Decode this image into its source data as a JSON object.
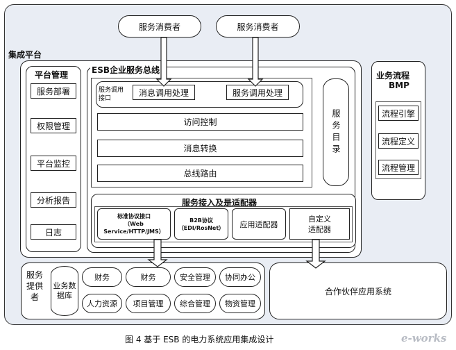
{
  "consumers": [
    "服务消费者",
    "服务消费者"
  ],
  "platform": {
    "title": "集成平台"
  },
  "management": {
    "title": "平台管理",
    "items": [
      "服务部署",
      "权限管理",
      "平台监控",
      "分析报告",
      "日志"
    ]
  },
  "esb": {
    "title": "ESB企业服务总线",
    "call_interface": "服务调用接口",
    "message_calls": [
      "消息调用处理",
      "服务调用处理"
    ],
    "layers": [
      "访问控制",
      "消息转换",
      "总线路由"
    ],
    "directory": "服务目录"
  },
  "adapters": {
    "title": "服务接入及是适配器",
    "items": [
      {
        "line1": "标准协议接口",
        "line2": "（Web",
        "line3": "Service/HTTP/JMS）"
      },
      {
        "line1": "B2B协议",
        "line2": "（EDI/RosNet）"
      },
      {
        "line1": "应用适配器"
      },
      {
        "line1": "自定义",
        "line2": "适配器"
      }
    ]
  },
  "bmp": {
    "title_line1": "业务流程",
    "title_line2": "BMP",
    "items": [
      "流程引擎",
      "流程定义",
      "流程管理"
    ]
  },
  "providers": {
    "label": "服务提供者",
    "database": "业务数据库",
    "row1": [
      "财务",
      "财务",
      "安全管理",
      "协同办公"
    ],
    "row2": [
      "人力资源",
      "项目管理",
      "综合管理",
      "物资管理"
    ]
  },
  "partner": "合作伙伴应用系统",
  "caption": "图 4 基于 ESB 的电力系统应用集成设计",
  "watermark": "e-works",
  "colors": {
    "frame_fill": "#e9edf4",
    "line": "#222222",
    "arrow_fill": "#ffffff",
    "watermark": "#b8bcc4"
  }
}
